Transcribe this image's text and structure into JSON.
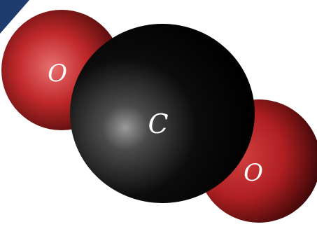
{
  "molecule": {
    "atoms": [
      {
        "element": "O",
        "label": "O",
        "color": "#c0282a",
        "highlight": "#e46a6a",
        "shadow": "#3a0606"
      },
      {
        "element": "C",
        "label": "C",
        "color": "#000000",
        "highlight": "#8a8a8a",
        "shadow": "#000000"
      },
      {
        "element": "O",
        "label": "O",
        "color": "#c0282a",
        "highlight": "#e46a6a",
        "shadow": "#3a0606"
      }
    ]
  },
  "corner_accent": {
    "color": "#1f3c6e"
  }
}
